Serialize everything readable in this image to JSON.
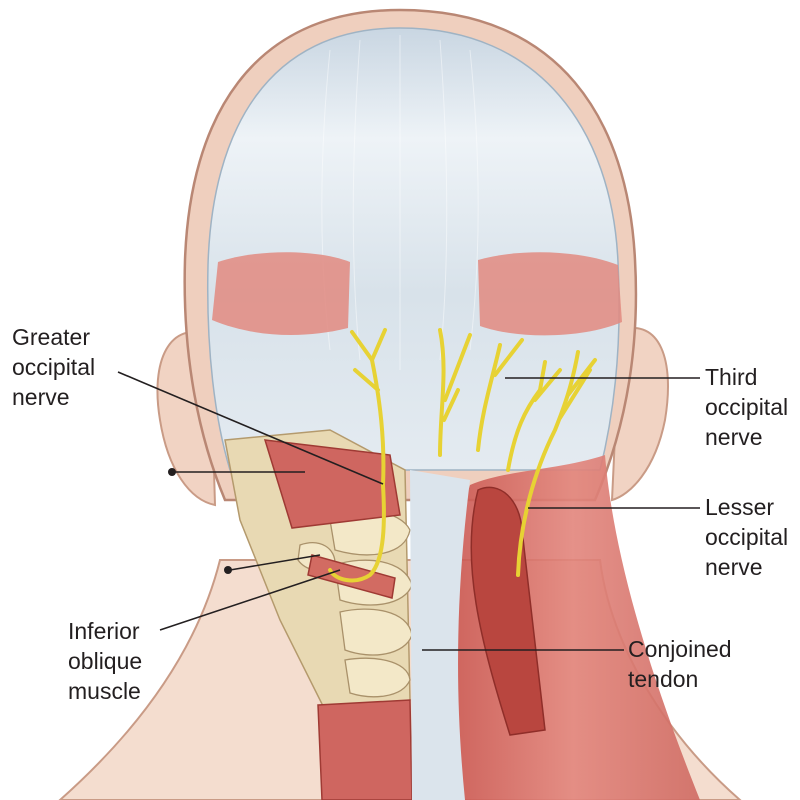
{
  "labels": {
    "greater_occipital_nerve": [
      "Greater",
      "occipital",
      "nerve"
    ],
    "third_occipital_nerve": [
      "Third",
      "occipital",
      "nerve"
    ],
    "lesser_occipital_nerve": [
      "Lesser",
      "occipital",
      "nerve"
    ],
    "inferior_oblique_muscle": [
      "Inferior",
      "oblique",
      "muscle"
    ],
    "conjoined_tendon": [
      "Conjoined",
      "tendon"
    ]
  },
  "colors": {
    "skin": "#f3d9c8",
    "skin_outline": "#c99b86",
    "galea": "#d5dfe8",
    "muscle": "#d8716a",
    "muscle_dark": "#b4423c",
    "nerve": "#e7d234",
    "bone": "#efe2bd",
    "text": "#231f20"
  }
}
